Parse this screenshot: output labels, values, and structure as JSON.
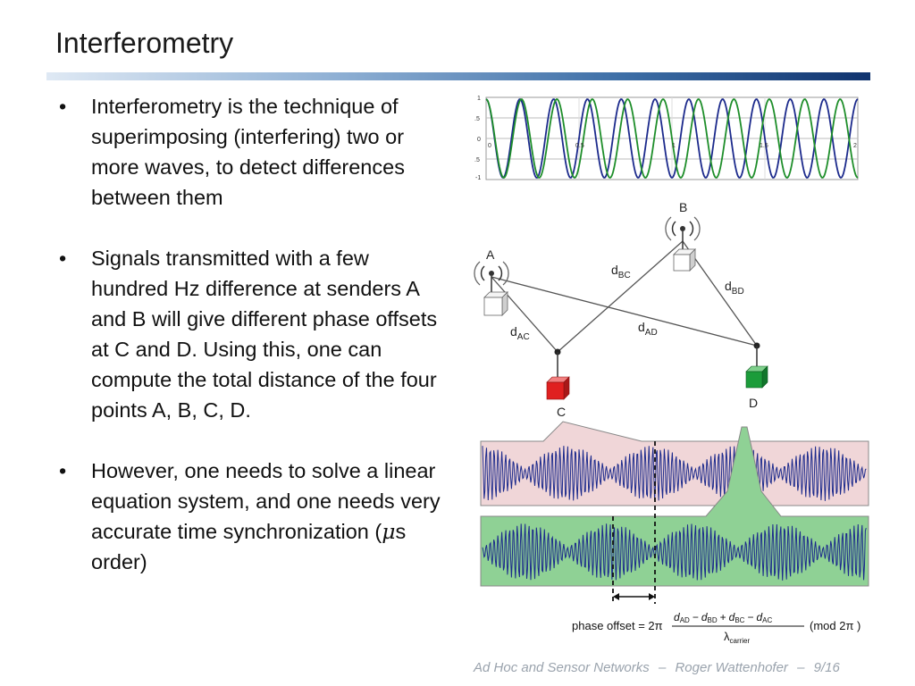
{
  "slide": {
    "title": "Interferometry",
    "bullets": [
      {
        "text": "Interferometry is the technique of superimposing (interfering) two or more waves, to detect differences between them"
      },
      {
        "text": "Signals transmitted with a few hundred Hz difference at senders A and B will give different phase offsets at C and D. Using this, one can compute the total distance of the four points A, B, C, D."
      },
      {
        "text_before": "However, one needs to solve a linear equation system, and one needs very accurate time synchronization (",
        "mu": "μ",
        "text_after": "s order)"
      }
    ]
  },
  "wave_plot": {
    "x_ticks": [
      "0",
      "0.5",
      "1",
      "1.5",
      "2"
    ],
    "y_ticks": [
      "1",
      ".5",
      "0",
      ".5",
      "-1"
    ],
    "series_colors": [
      "#1c2a8c",
      "#1e8e2a"
    ]
  },
  "diagram": {
    "node_labels": {
      "A": "A",
      "B": "B",
      "C": "C",
      "D": "D"
    },
    "distance_labels": {
      "bc": {
        "base": "d",
        "sub": "BC"
      },
      "bd": {
        "base": "d",
        "sub": "BD"
      },
      "ac": {
        "base": "d",
        "sub": "AC"
      },
      "ad": {
        "base": "d",
        "sub": "AD"
      }
    },
    "colors": {
      "receiver_c": "#e02020",
      "receiver_d": "#1c9c3a",
      "panel_c": "#f0d6d8",
      "panel_d": "#8fd195",
      "signal": "#1c2a8c"
    }
  },
  "formula": {
    "lhs": "phase offset = 2π",
    "numerator": "d",
    "terms": [
      "AD",
      "BD",
      "BC",
      "AC"
    ],
    "ops": [
      "−",
      "+",
      "−"
    ],
    "denominator_base": "λ",
    "denominator_sub": "carrier",
    "mod": "(mod 2π )"
  },
  "footer": {
    "course": "Ad Hoc and Sensor Networks",
    "sep": "–",
    "author": "Roger Wattenhofer",
    "page": "9/16"
  }
}
